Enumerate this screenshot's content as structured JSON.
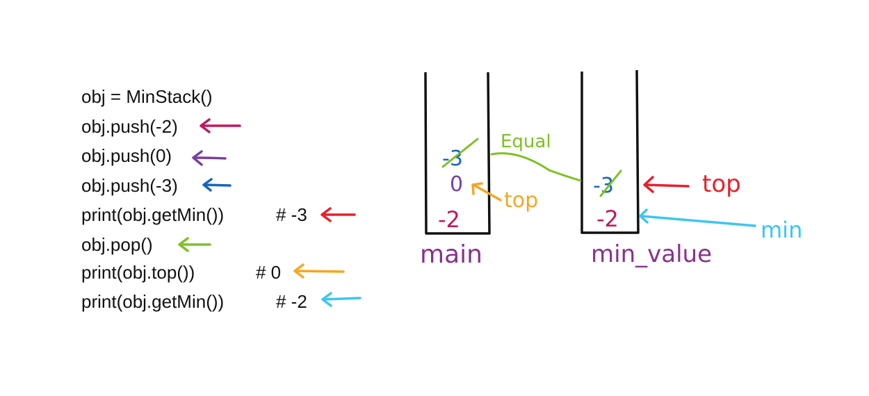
{
  "code": {
    "lines": [
      {
        "text": "obj = MinStack()",
        "comment": ""
      },
      {
        "text": "obj.push(-2)",
        "comment": ""
      },
      {
        "text": "obj.push(0)",
        "comment": ""
      },
      {
        "text": "obj.push(-3)",
        "comment": ""
      },
      {
        "text": "print(obj.getMin())",
        "comment": "# -3"
      },
      {
        "text": "obj.pop()",
        "comment": ""
      },
      {
        "text": "print(obj.top())",
        "comment": "# 0"
      },
      {
        "text": "print(obj.getMin())",
        "comment": "# -2"
      }
    ]
  },
  "main_stack": {
    "label": "main",
    "items": [
      {
        "value": "-3",
        "crossed": true
      },
      {
        "value": "0",
        "crossed": false
      },
      {
        "value": "-2",
        "crossed": false
      }
    ]
  },
  "min_stack": {
    "label": "min_value",
    "items": [
      {
        "value": "-3",
        "crossed": true
      },
      {
        "value": "-2",
        "crossed": false
      }
    ]
  },
  "annotations": {
    "equal": "Equal",
    "top_main": "top",
    "top_min": "top",
    "min": "min"
  },
  "colors": {
    "push_neg2": "#c2185b",
    "push_0": "#7b3fa0",
    "push_neg3": "#1565c0",
    "getmin_1": "#e8202a",
    "pop": "#7cc223",
    "top": "#f5a623",
    "getmin_2": "#3cc6f0",
    "label": "#8b2f8f",
    "main_bottom": "#c2185b"
  }
}
